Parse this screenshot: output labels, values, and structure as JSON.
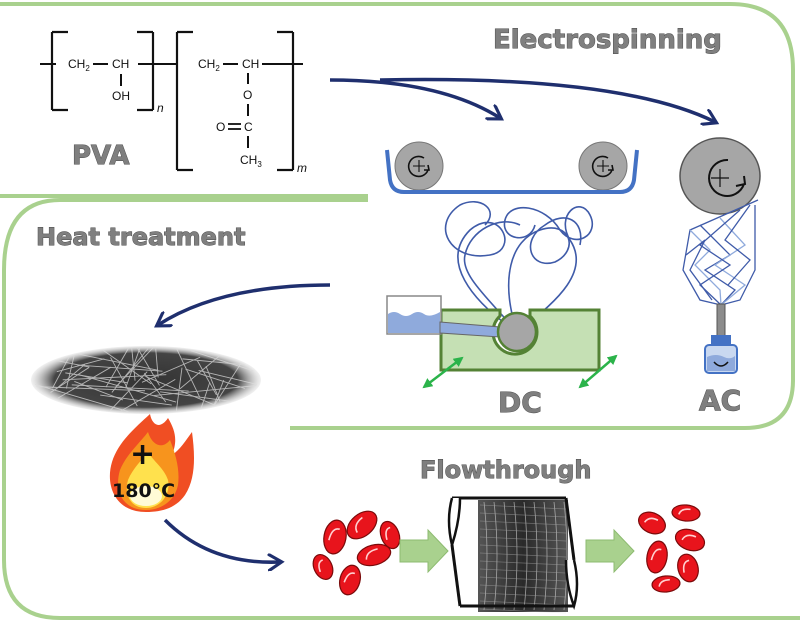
{
  "figure": {
    "sections": {
      "electrospinning": {
        "title": "Electrospinning"
      },
      "heat_treatment": {
        "title": "Heat treatment"
      },
      "flowthrough": {
        "title": "Flowthrough"
      }
    },
    "polymer": {
      "name": "PVA",
      "unit1": {
        "backbone": [
          "CH",
          "2",
          "CH"
        ],
        "side_group": "OH",
        "index": "n"
      },
      "unit2": {
        "backbone": [
          "CH",
          "2",
          "CH"
        ],
        "side_chain": [
          "O",
          "O",
          "C",
          "CH",
          "3"
        ],
        "index": "m"
      }
    },
    "collectors": {
      "dc": {
        "label": "DC"
      },
      "ac": {
        "label": "AC"
      }
    },
    "heat": {
      "temperature": "180°C",
      "symbol": "+"
    },
    "colors": {
      "section_border": "#a9d18e",
      "arrow": "#1f2f6e",
      "fiber": "#3f5ba9",
      "collector_belt": "#4472c4",
      "roller": "#a6a6a6",
      "spinneret_box": "#c5e0b4",
      "spinneret_border": "#548235",
      "solution": "#8faadc",
      "motion_arrow": "#2bb34a",
      "flame_outer": "#f04e23",
      "flame_mid": "#f7941d",
      "flame_inner": "#ffe14d",
      "rbc": "#e8141c",
      "flow_arrow": "#a9d18e",
      "title_text": "#7f7f7f"
    }
  }
}
